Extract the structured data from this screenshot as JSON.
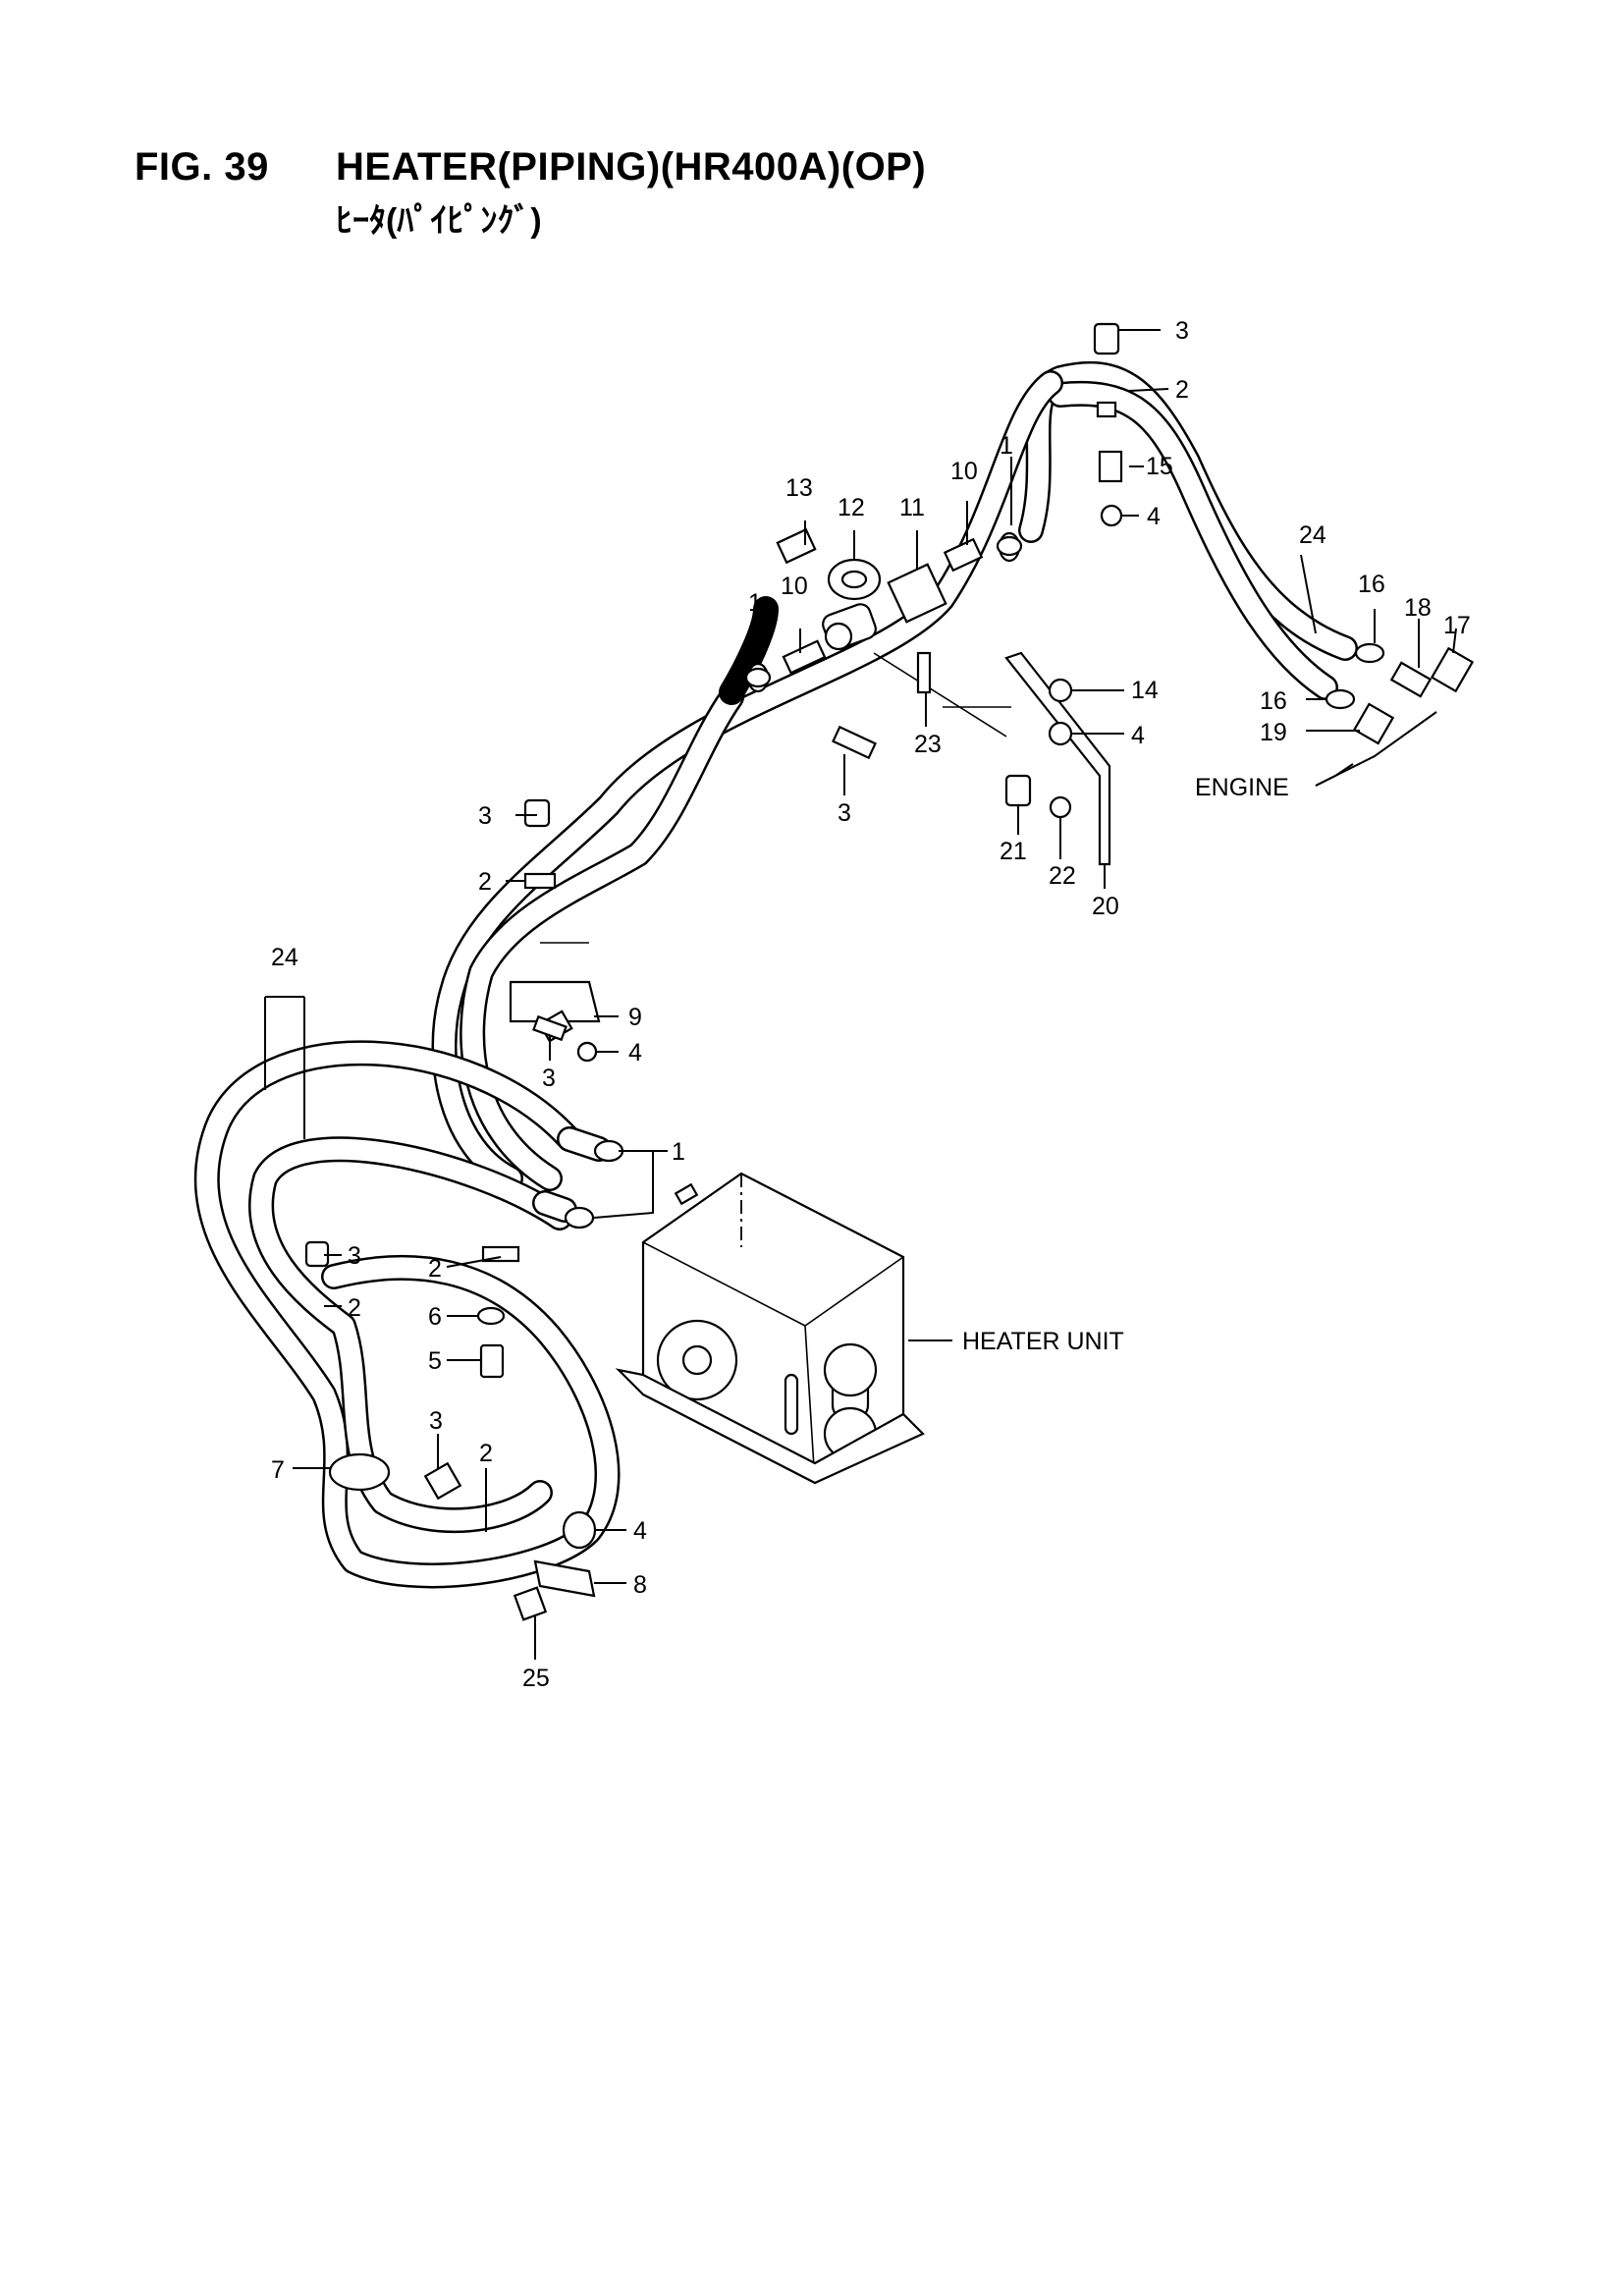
{
  "figure": {
    "number": "FIG. 39",
    "title": "HEATER(PIPING)(HR400A)(OP)",
    "subtitle": "ﾋｰﾀ(ﾊﾟｲﾋﾟﾝｸﾞ)"
  },
  "components": {
    "heater_unit": "HEATER UNIT",
    "engine": "ENGINE"
  },
  "callouts": [
    "3",
    "2",
    "15",
    "4",
    "1",
    "10",
    "13",
    "12",
    "11",
    "24",
    "16",
    "18",
    "17",
    "1",
    "10",
    "14",
    "16",
    "19",
    "4",
    "23",
    "3",
    "21",
    "22",
    "20",
    "3",
    "2",
    "9",
    "4",
    "3",
    "24",
    "1",
    "3",
    "2",
    "2",
    "6",
    "5",
    "3",
    "2",
    "7",
    "4",
    "8",
    "25"
  ]
}
